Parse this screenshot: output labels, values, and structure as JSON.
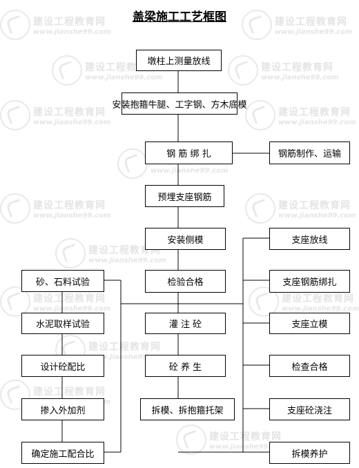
{
  "title": "盖梁施工工艺框图",
  "watermark": {
    "text": "建设工程教育网",
    "url": "www.jianshe99.com"
  },
  "boxes": {
    "b1": "墩柱上测量放线",
    "b2": "安装抱箍牛腿、工字钢、方木底模",
    "b3": "钢 筋 绑 扎",
    "b3r": "钢筋制作、运输",
    "b4": "预埋支座钢筋",
    "b5": "安装侧模",
    "b6": "检验合格",
    "b7": "灌 注 砼",
    "b8": "砼 养 生",
    "b9": "拆模、拆抱箍托架",
    "l1": "砂、石料试验",
    "l2": "水泥取样试验",
    "l3": "设计砼配比",
    "l4": "掺入外加剂",
    "l5": "确定施工配合比",
    "r1": "支座放线",
    "r2": "支座钢筋绑扎",
    "r3": "支座立模",
    "r4": "检查合格",
    "r5": "支座砼浇注",
    "r6": "拆模养护"
  }
}
